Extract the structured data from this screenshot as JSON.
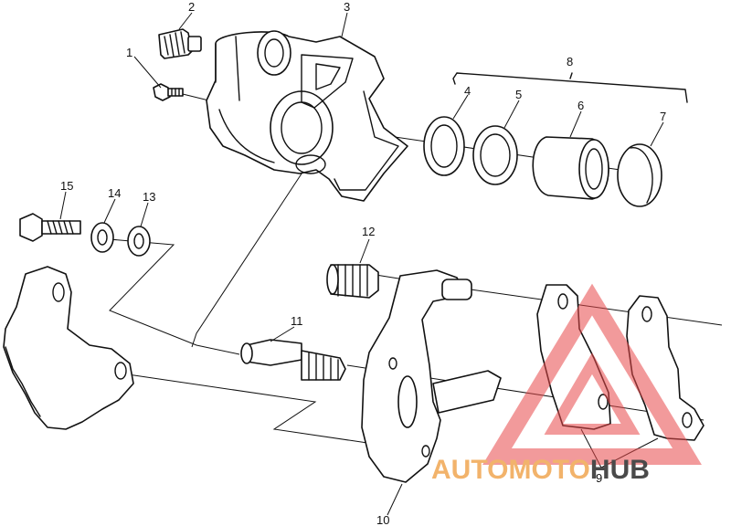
{
  "diagram": {
    "callouts": {
      "c1": "1",
      "c2": "2",
      "c3": "3",
      "c4": "4",
      "c5": "5",
      "c6": "6",
      "c7": "7",
      "c8": "8",
      "c9": "9",
      "c10": "10",
      "c11": "11",
      "c12": "12",
      "c13": "13",
      "c14": "14",
      "c15": "15"
    }
  },
  "watermark": {
    "word_a": "AUTOMOTO",
    "word_b": "HUB",
    "color_a": "#f2b36b",
    "color_b": "#4a4a4a",
    "logo_color": "#e8494a"
  }
}
